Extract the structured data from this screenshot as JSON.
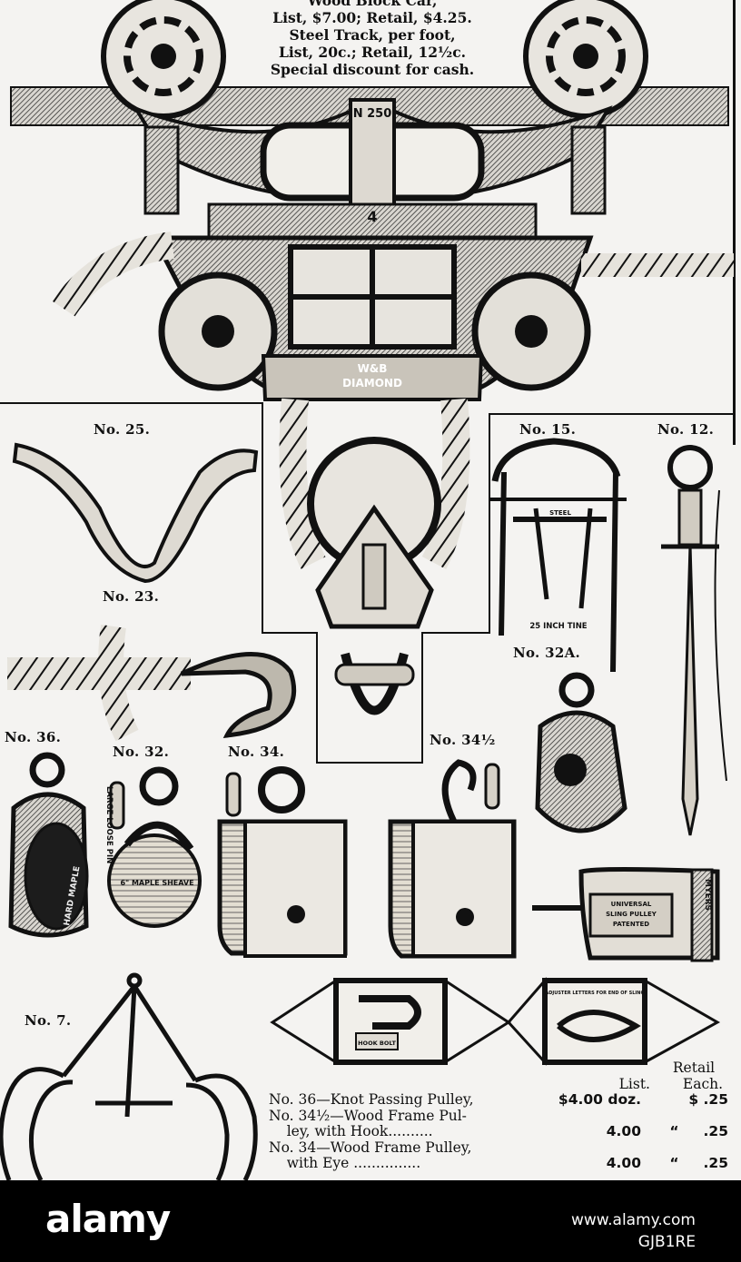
{
  "header": {
    "line1": "Wood Block Car,",
    "line2": "List, $7.00; Retail, $4.25.",
    "line3": "Steel Track, per foot,",
    "line4": "List, 20c.; Retail, 12½c.",
    "line5": "Special discount for cash."
  },
  "carrier": {
    "number": "N 250",
    "digit": "4",
    "brand1": "W&B",
    "brand2": "DIAMOND"
  },
  "items": {
    "no25": "No. 25.",
    "no15": "No. 15.",
    "no12": "No. 12.",
    "no23": "No. 23.",
    "no32a": "No. 32A.",
    "no36": "No. 36.",
    "no32": "No. 32.",
    "no34": "No. 34.",
    "no34half": "No. 34½",
    "no7": "No. 7."
  },
  "engravings": {
    "tine": "25 INCH TINE",
    "steel": "STEEL",
    "pin": "LARGE LOOSE PIN",
    "sheave": "6\" MAPLE SHEAVE",
    "knot": "HARD MAPLE",
    "universal1": "UNIVERSAL",
    "universal2": "SLING PULLEY",
    "universal3": "PATENTED",
    "myers": "MYERS",
    "hookbolt": "HOOK BOLT",
    "adjuster": "ADJUSTER LETTERS FOR END OF SLING"
  },
  "price_table": {
    "col_list": "List.",
    "col_retail_1": "Retail",
    "col_retail_2": "Each.",
    "rows": [
      {
        "desc": "No. 36—Knot Passing Pulley,",
        "list": "$4.00 doz.",
        "retail": "$ .25"
      },
      {
        "desc": "No. 34½—Wood Frame Pul-",
        "list": "",
        "retail": ""
      },
      {
        "desc": "    ley, with Hook..........",
        "list": "4.00",
        "retail": "“     .25"
      },
      {
        "desc": "No. 34—Wood Frame Pulley,",
        "list": "",
        "retail": ""
      },
      {
        "desc": "    with Eye ...............",
        "list": "4.00",
        "retail": "“     .25"
      }
    ]
  },
  "footer": {
    "logo": "alamy",
    "site": "www.alamy.com",
    "image_id": "GJB1RE"
  }
}
